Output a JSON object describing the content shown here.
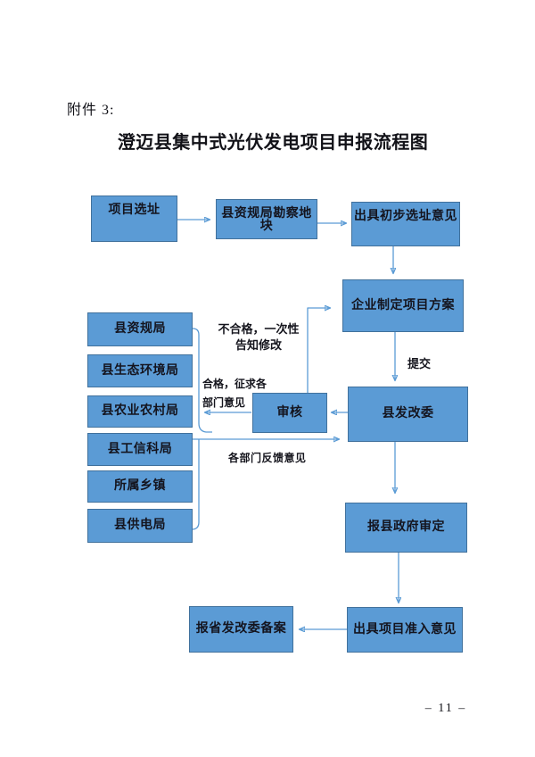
{
  "page": {
    "attachment_label": "附件 3:",
    "title": "澄迈县集中式光伏发电项目申报流程图",
    "page_number": "– 11 –"
  },
  "flowchart": {
    "boxes": [
      {
        "id": "project-site-selection",
        "label": "项目选址"
      },
      {
        "id": "land-survey",
        "label": "县资规局勘察地块"
      },
      {
        "id": "preliminary-site-opinion",
        "label": "出具初步选址意见"
      },
      {
        "id": "enterprise-project-plan",
        "label": "企业制定项目方案"
      },
      {
        "id": "county-ndrc",
        "label": "县发改委"
      },
      {
        "id": "review",
        "label": "审核"
      },
      {
        "id": "resources-planning-bureau",
        "label": "县资规局"
      },
      {
        "id": "ecology-environment-bureau",
        "label": "县生态环境局"
      },
      {
        "id": "agriculture-rural-bureau",
        "label": "县农业农村局"
      },
      {
        "id": "industry-info-science-bureau",
        "label": "县工信科局"
      },
      {
        "id": "township",
        "label": "所属乡镇"
      },
      {
        "id": "power-supply-bureau",
        "label": "县供电局"
      },
      {
        "id": "county-government-approval",
        "label": "报县政府审定"
      },
      {
        "id": "project-access-opinion",
        "label": "出具项目准入意见"
      },
      {
        "id": "provincial-ndrc-filing",
        "label": "报省发改委备案"
      }
    ],
    "labels": {
      "submit": "提交",
      "reject_line1": "不合格，一次性",
      "reject_line2": "告知修改",
      "pass_line1": "合格，征求各",
      "pass_line2": "部门意见",
      "feedback": "各部门反馈意见"
    },
    "colors": {
      "box_fill": "#5b9bd5",
      "box_border": "#41719c",
      "connector": "#5b9bd5",
      "arrowhead": "#2e75b6"
    }
  }
}
